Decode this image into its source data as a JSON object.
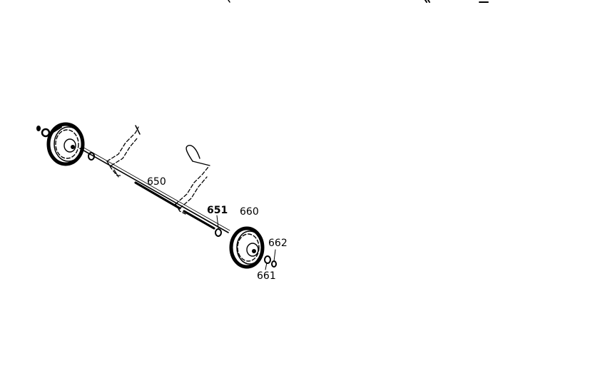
{
  "diagram": {
    "callouts": [
      {
        "id": "650",
        "label": "650"
      },
      {
        "id": "651",
        "label": "651"
      },
      {
        "id": "660",
        "label": "660"
      },
      {
        "id": "661",
        "label": "661"
      },
      {
        "id": "662",
        "label": "662"
      }
    ]
  },
  "colors": {
    "ink": "#000000",
    "background": "#ffffff"
  }
}
